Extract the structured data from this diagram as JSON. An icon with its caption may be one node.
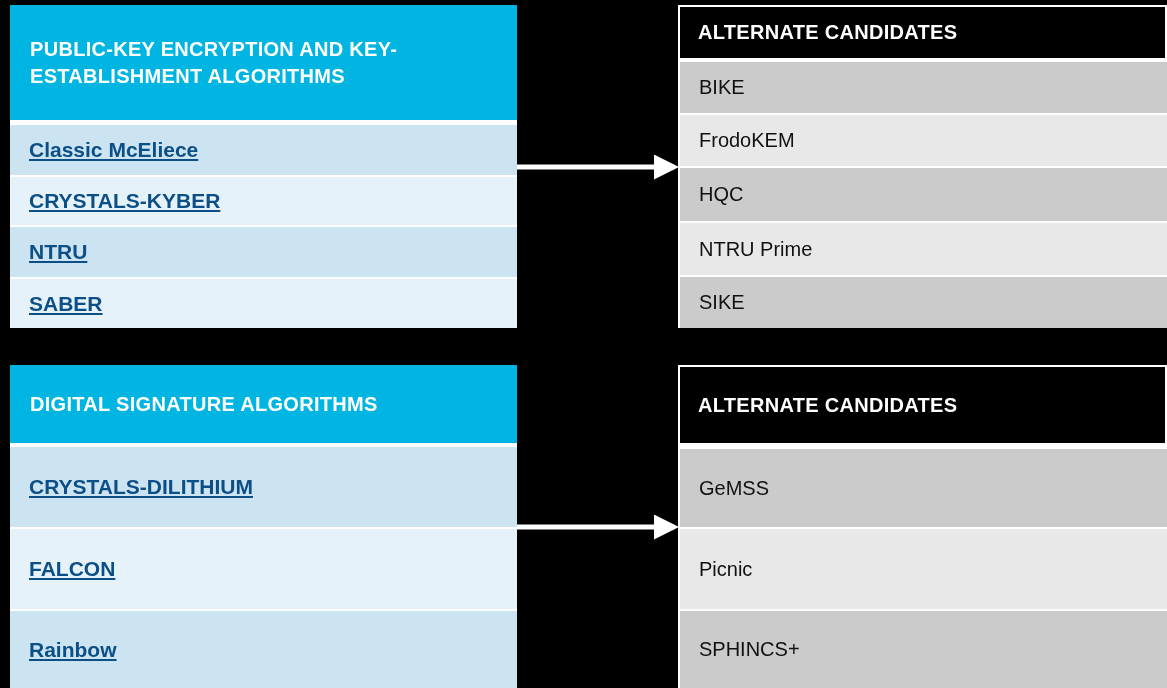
{
  "diagram": {
    "nodes": [
      {
        "text": [
          "PUBLIC-KEY ENCRYPTION AND KEY-ESTABLISHMENT ALGORITHMS"
        ]
      },
      {
        "text": [
          "Classic McEliece"
        ],
        "in": 0
      },
      {
        "text": [
          "CRYSTALS-KYBER"
        ],
        "in": 0
      },
      {
        "text": [
          "NTRU"
        ],
        "in": 0
      },
      {
        "text": [
          "SABER"
        ],
        "in": 0
      },
      {
        "text": [
          "ALTERNATE CANDIDATES"
        ]
      },
      {
        "text": [
          "BIKE"
        ],
        "in": 5
      },
      {
        "text": [
          "FrodoKEM"
        ],
        "in": 5
      },
      {
        "text": [
          "HQC"
        ],
        "in": 5
      },
      {
        "text": [
          "NTRU Prime"
        ],
        "in": 5
      },
      {
        "text": [
          "SIKE"
        ],
        "in": 5
      },
      {
        "text": [
          "DIGITAL SIGNATURE ALGORITHMS"
        ]
      },
      {
        "text": [
          "CRYSTALS-DILITHIUM"
        ],
        "in": 11
      },
      {
        "text": [
          "FALCON"
        ],
        "in": 11
      },
      {
        "text": [
          "Rainbow"
        ],
        "in": 11
      },
      {
        "text": [
          "ALTERNATE CANDIDATES"
        ]
      },
      {
        "text": [
          "GeMSS"
        ],
        "in": 15
      },
      {
        "text": [
          "Picnic"
        ],
        "in": 15
      },
      {
        "text": [
          "SPHINCS+"
        ],
        "in": 15
      }
    ],
    "edges": [
      {
        "from": 0,
        "to": 5,
        "arrow": "to"
      },
      {
        "from": 11,
        "to": 15,
        "arrow": "to"
      }
    ]
  }
}
